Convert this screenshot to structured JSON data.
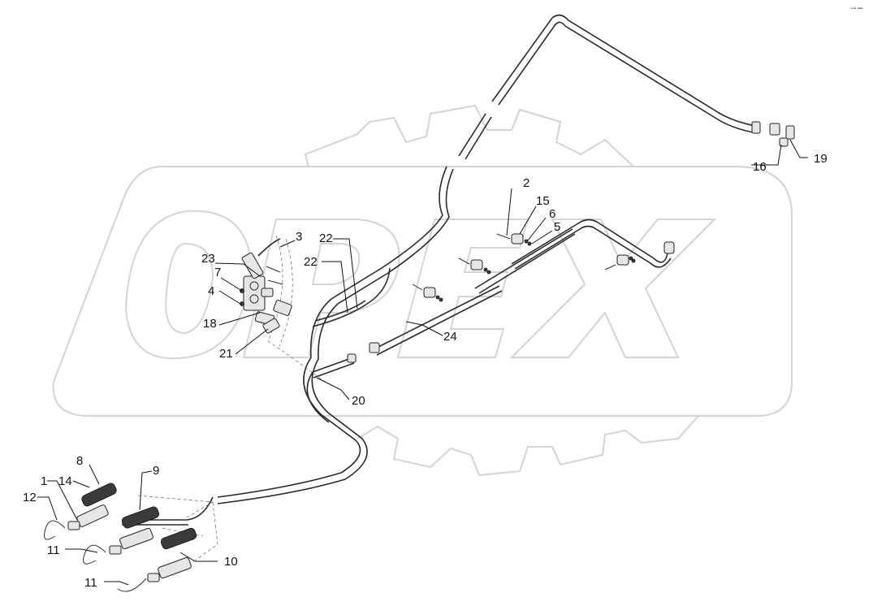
{
  "watermark": {
    "text": "OPEX"
  },
  "corner_mark": "◦⊶ ▪▪▪",
  "callouts": {
    "c1": "1",
    "c2": "2",
    "c3": "3",
    "c4": "4",
    "c5": "5",
    "c6": "6",
    "c7": "7",
    "c8": "8",
    "c9": "9",
    "c10": "10",
    "c11a": "11",
    "c11b": "11",
    "c12": "12",
    "c14": "14",
    "c15": "15",
    "c16": "16",
    "c18": "18",
    "c19": "19",
    "c20": "20",
    "c21": "21",
    "c22a": "22",
    "c22b": "22",
    "c23": "23",
    "c24": "24"
  }
}
